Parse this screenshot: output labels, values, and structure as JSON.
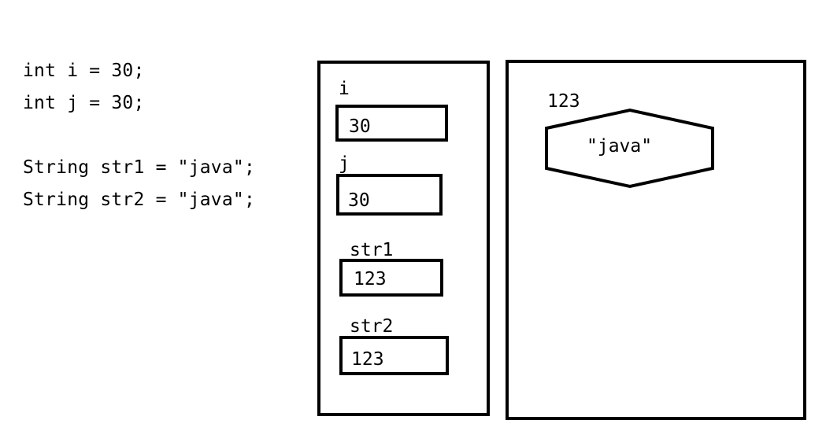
{
  "code": {
    "line1": "int i = 30;",
    "line2": "int j = 30;",
    "line3": "String str1 = \"java\";",
    "line4": "String str2 = \"java\";"
  },
  "stack": {
    "vars": [
      {
        "label": "i",
        "value": "30"
      },
      {
        "label": "j",
        "value": "30"
      },
      {
        "label": "str1",
        "value": "123"
      },
      {
        "label": "str2",
        "value": "123"
      }
    ]
  },
  "heap": {
    "address": "123",
    "object_value": "\"java\""
  }
}
